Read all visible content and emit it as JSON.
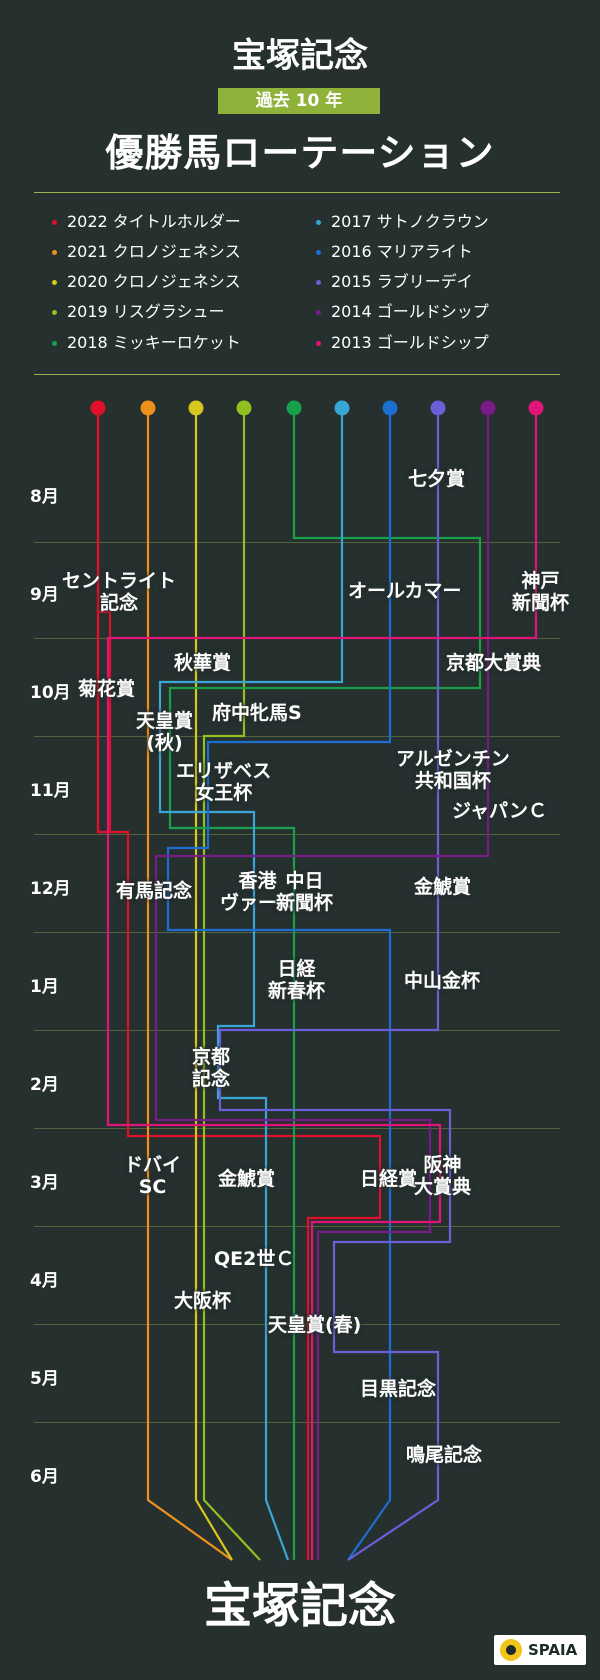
{
  "header": {
    "title": "宝塚記念",
    "badge": "過去 10 年",
    "subtitle": "優勝馬ローテーション"
  },
  "legend": [
    {
      "text": "2022 タイトルホルダー",
      "color": "#e0102a"
    },
    {
      "text": "2021 クロノジェネシス",
      "color": "#f0901c"
    },
    {
      "text": "2020 クロノジェネシス",
      "color": "#d6c81e"
    },
    {
      "text": "2019 リスグラシュー",
      "color": "#92c021"
    },
    {
      "text": "2018 ミッキーロケット",
      "color": "#18a04a"
    },
    {
      "text": "2017 サトノクラウン",
      "color": "#39a6d8"
    },
    {
      "text": "2016 マリアライト",
      "color": "#1c6fd0"
    },
    {
      "text": "2015 ラブリーデイ",
      "color": "#6a5fd6"
    },
    {
      "text": "2014 ゴールドシップ",
      "color": "#7a1c88"
    },
    {
      "text": "2013 ゴールドシップ",
      "color": "#e0157a"
    }
  ],
  "months": [
    "8月",
    "9月",
    "10月",
    "11月",
    "12月",
    "1月",
    "2月",
    "3月",
    "4月",
    "5月",
    "6月"
  ],
  "races": {
    "tanabata": "七夕賞",
    "st_leger_1": "セントライト",
    "st_leger_2": "記念",
    "all_comers": "オールカマー",
    "kobe_1": "神戸",
    "kobe_2": "新聞杯",
    "shuka": "秋華賞",
    "kikka": "菊花賞",
    "kyoto_daishoten": "京都大賞典",
    "tenno_aki_1": "天皇賞",
    "tenno_aki_2": "(秋)",
    "fuchu_himba": "府中牝馬S",
    "argentine_1": "アルゼンチン",
    "argentine_2": "共和国杯",
    "elizabeth_1": "エリザベス",
    "elizabeth_2": "女王杯",
    "japan_cup": "ジャパンＣ",
    "arima": "有馬記念",
    "hk_vase_1": "香港",
    "hk_vase_2": "ヴァーズ",
    "chunichi_1": "中日",
    "chunichi_2": "新聞杯",
    "kinko_dec": "金鯱賞",
    "nikkei_shinshun_1": "日経",
    "nikkei_shinshun_2": "新春杯",
    "nakayama_kimpai": "中山金杯",
    "kyoto_kinen_1": "京都",
    "kyoto_kinen_2": "記念",
    "dubai_sc_1": "ドバイ",
    "dubai_sc_2": "SC",
    "kinko_mar": "金鯱賞",
    "nikkei_sho": "日経賞",
    "hanshin_1": "阪神",
    "hanshin_2": "大賞典",
    "qe2": "QE2世Ｃ",
    "osaka_hai": "大阪杯",
    "tenno_haru": "天皇賞(春)",
    "meguro": "目黒記念",
    "naruo": "鳴尾記念"
  },
  "finale": "宝塚記念",
  "brand": "SPAIA"
}
